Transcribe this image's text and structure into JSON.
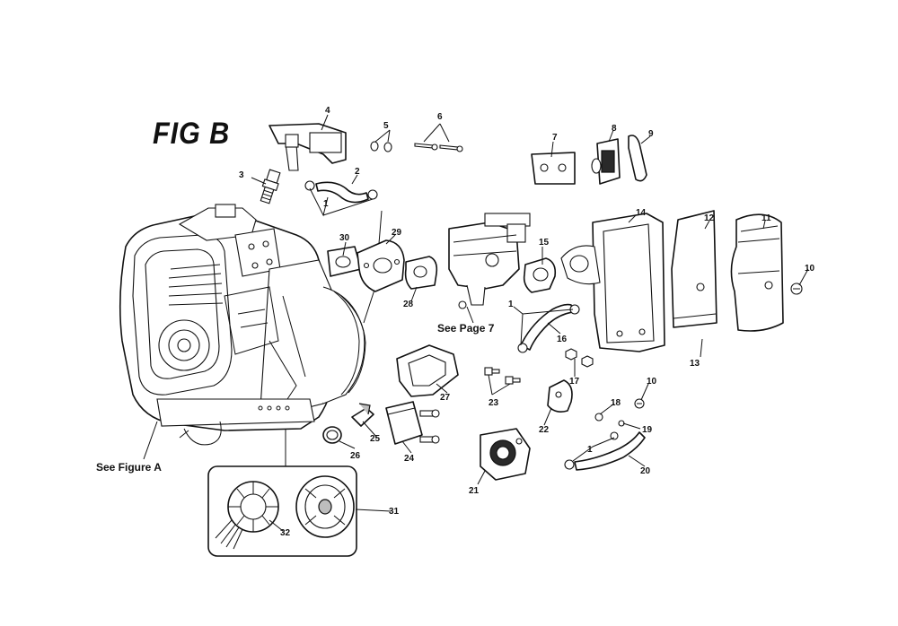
{
  "figure": {
    "title": "FIG B",
    "captions": {
      "see_figure_a": "See Figure A",
      "see_page_7": "See Page 7"
    },
    "callouts": [
      "1",
      "2",
      "3",
      "4",
      "5",
      "6",
      "7",
      "8",
      "9",
      "10",
      "11",
      "12",
      "13",
      "14",
      "15",
      "16",
      "17",
      "18",
      "19",
      "20",
      "21",
      "22",
      "23",
      "24",
      "25",
      "26",
      "27",
      "28",
      "29",
      "30",
      "31",
      "32"
    ]
  }
}
